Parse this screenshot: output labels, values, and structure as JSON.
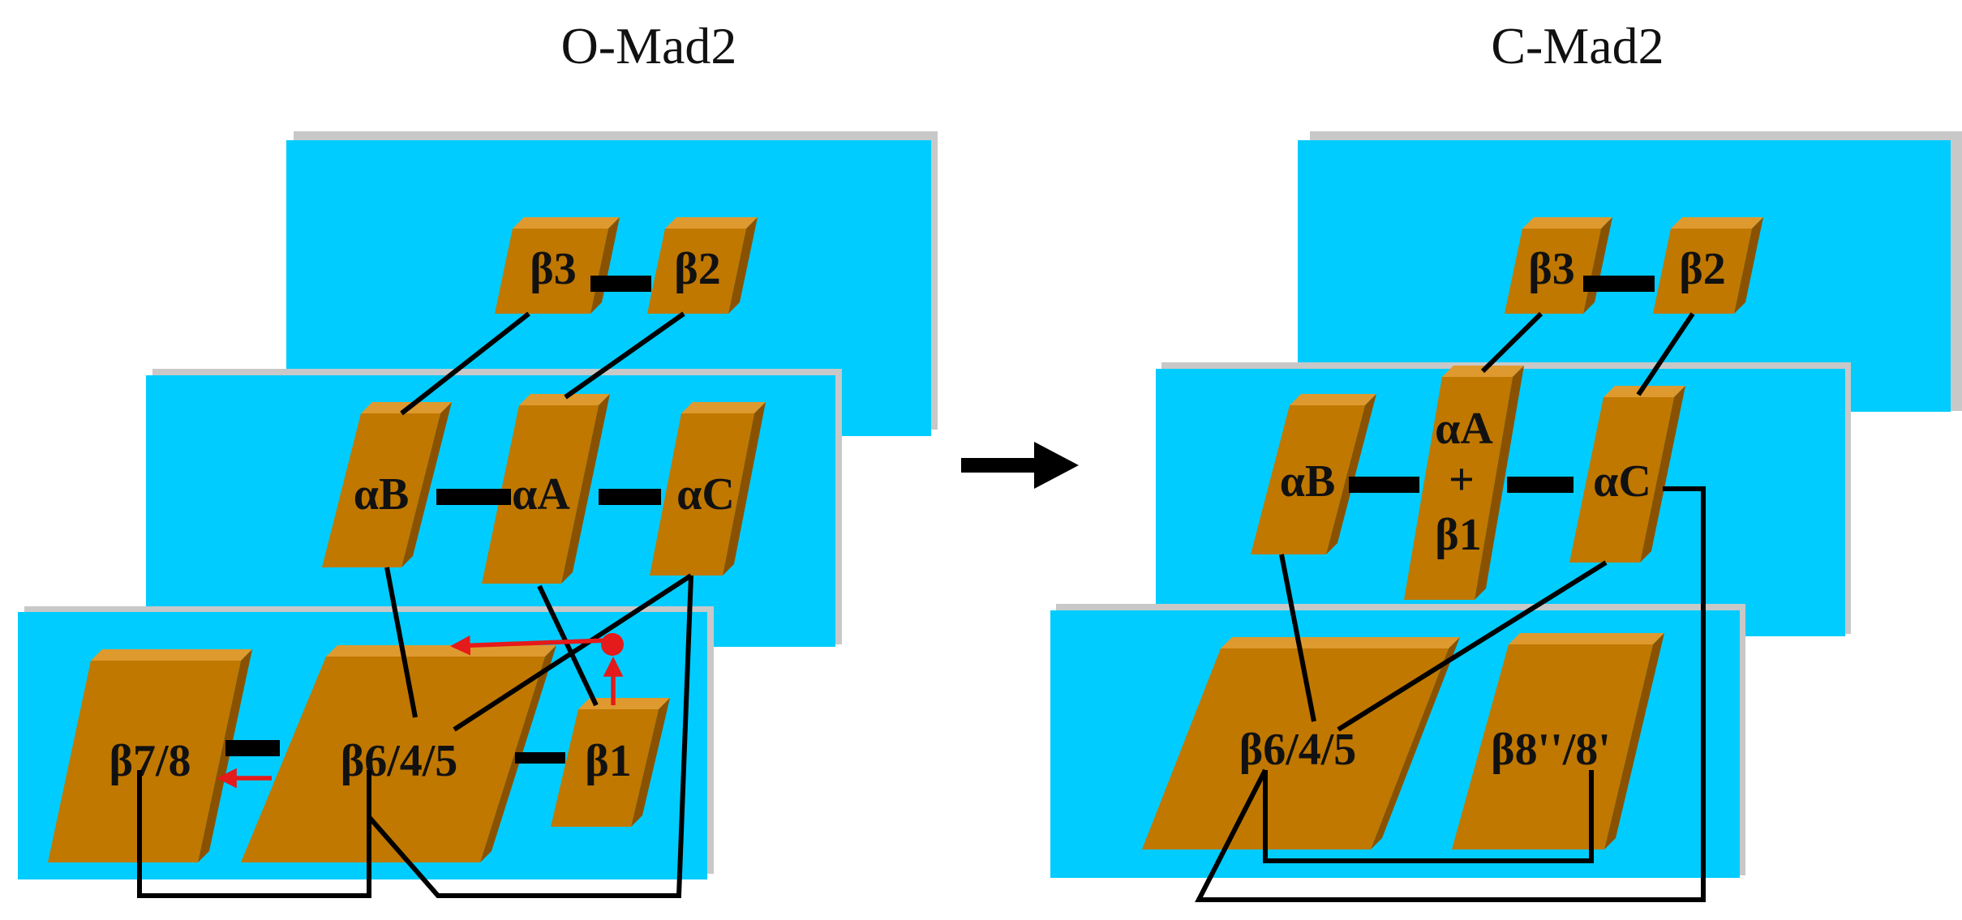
{
  "colors": {
    "panel": "#00CCFF",
    "panel_shadow": "#C8C8C8",
    "block_face": "#C07800",
    "block_top": "#DE9A2E",
    "block_side": "#8A5200",
    "connector": "#000000",
    "red_arrow": "#E51A1A"
  },
  "titles": {
    "left": "O-Mad2",
    "right": "C-Mad2"
  },
  "labels": {
    "o_b3": "β3",
    "o_b2": "β2",
    "o_aB": "αB",
    "o_aA": "αA",
    "o_aC": "αC",
    "o_b78": "β7/8",
    "o_b645": "β6/4/5",
    "o_b1": "β1",
    "c_b3": "β3",
    "c_b2": "β2",
    "c_aB": "αB",
    "c_aA_1": "αA",
    "c_aA_2": "+",
    "c_aA_3": "β1",
    "c_aC": "αC",
    "c_b645": "β6/4/5",
    "c_b88": "β8''/8'"
  },
  "icons": {
    "transition_arrow": "right-arrow-icon",
    "conformation_arrow": "red-arrow-icon"
  }
}
